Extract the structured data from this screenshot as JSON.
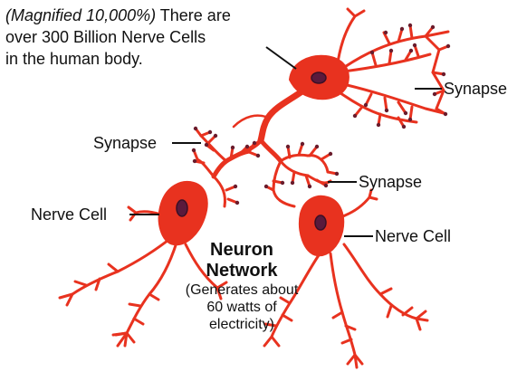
{
  "caption": {
    "italic_part": "(Magnified 10,000%)",
    "line1_rest": " There are",
    "line2": "over 300 Billion Nerve Cells",
    "line3": "in the human body."
  },
  "labels": {
    "synapse_right": "Synapse",
    "synapse_left": "Synapse",
    "synapse_middle": "Synapse",
    "nerve_cell_left": "Nerve Cell",
    "nerve_cell_right": "Nerve Cell"
  },
  "center": {
    "title_line1": "Neuron",
    "title_line2": "Network",
    "sub_line1": "(Generates about",
    "sub_line2": "60 watts of",
    "sub_line3": "electricity)"
  },
  "colors": {
    "neuron": "#e8321f",
    "neuron_dark": "#b8170e",
    "nucleus": "#5a1a3c",
    "label_line": "#111111"
  }
}
